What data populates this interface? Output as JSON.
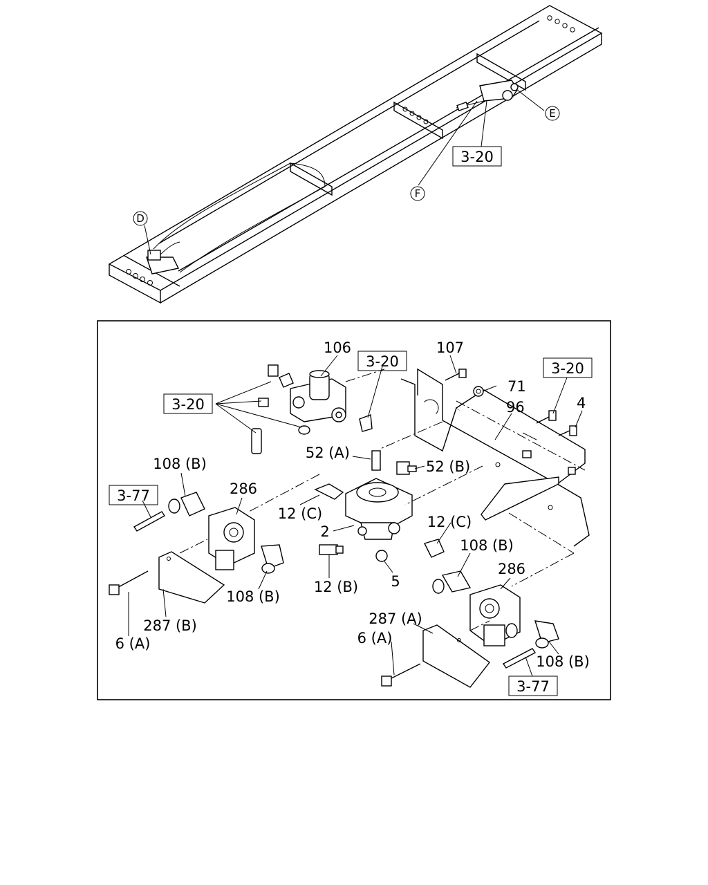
{
  "callouts": {
    "overview": {
      "D": "D",
      "E": "E",
      "F": "F",
      "ref_3_20": "3-20"
    },
    "detail": {
      "p106": "106",
      "p107": "107",
      "p71": "71",
      "p96": "96",
      "p4": "4",
      "ref_3_20_top": "3-20",
      "ref_3_20_left": "3-20",
      "ref_3_20_right": "3-20",
      "p52a": "52 (A)",
      "p52b": "52 (B)",
      "p108b_1": "108 (B)",
      "p286_1": "286",
      "ref_3_77_left": "3-77",
      "p12c_1": "12 (C)",
      "p12c_2": "12 (C)",
      "p2": "2",
      "p12b": "12 (B)",
      "p5": "5",
      "p108b_2": "108 (B)",
      "p108b_3": "108 (B)",
      "p286_2": "286",
      "p287b": "287 (B)",
      "p6a_1": "6 (A)",
      "p287a": "287 (A)",
      "p6a_2": "6 (A)",
      "p108b_4": "108 (B)",
      "ref_3_77_right": "3-77"
    }
  }
}
